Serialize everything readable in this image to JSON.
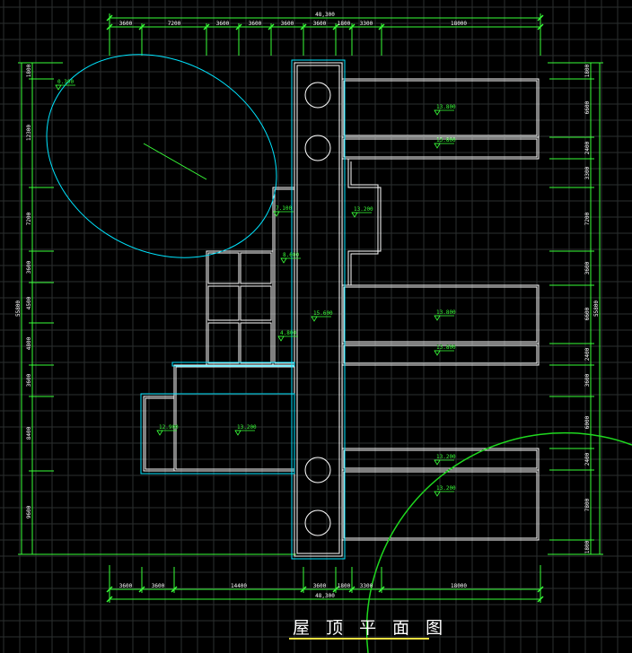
{
  "drawing": {
    "title": "屋 顶 平 面 图",
    "colors": {
      "grid": "#2b2f2f",
      "dim": "#39ff39",
      "wall": "#ffffff",
      "outline": "#00e5ff",
      "arc": "#1fd81f",
      "underline": "#f0e040"
    }
  },
  "dims_top": {
    "total": "48,300",
    "parts": [
      "3600",
      "7200",
      "3600",
      "3600",
      "3600",
      "3600",
      "1800",
      "3300",
      "18000"
    ]
  },
  "dims_bottom": {
    "total": "48,300",
    "parts": [
      "3600",
      "3600",
      "14400",
      "3600",
      "1800",
      "3300",
      "18000"
    ]
  },
  "dims_left": {
    "total": "55800",
    "parts": [
      "1800",
      "12300",
      "7200",
      "3600",
      "4500",
      "4800",
      "3600",
      "8400",
      "9600"
    ]
  },
  "dims_right": {
    "total": "55800",
    "parts": [
      "1800",
      "6600",
      "2400",
      "3300",
      "7200",
      "3600",
      "6600",
      "2400",
      "3600",
      "6000",
      "2400",
      "7800",
      "1800"
    ]
  },
  "levels": [
    "0.300",
    "13.800",
    "13.800",
    "13.200",
    "7.100",
    "8.600",
    "15.600",
    "13.800",
    "13.800",
    "4.800",
    "12.900",
    "13.200",
    "13.200",
    "13.200"
  ]
}
